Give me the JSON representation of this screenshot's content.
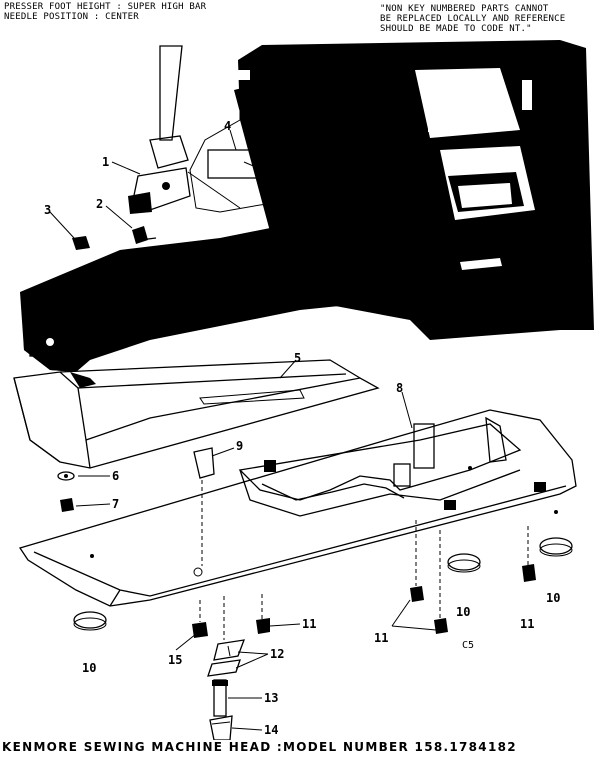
{
  "header": {
    "left_lines": [
      "PRESSER FOOT HEIGHT : SUPER HIGH BAR",
      "NEEDLE POSITION : CENTER"
    ],
    "right_lines": [
      "\"NON KEY NUMBERED PARTS CANNOT",
      "BE REPLACED LOCALLY AND REFERENCE",
      "SHOULD BE MADE TO CODE NT.\""
    ]
  },
  "callouts": {
    "c1": "1",
    "c2": "2",
    "c3": "3",
    "c4": "4",
    "c5": "5",
    "c6": "6",
    "c7": "7",
    "c8": "8",
    "c9": "9",
    "c10a": "10",
    "c10b": "10",
    "c10c": "10",
    "c11a": "11",
    "c11b": "11",
    "c11c": "11",
    "c12": "12",
    "c13": "13",
    "c14": "14",
    "c15": "15",
    "code": "C5"
  },
  "footer": {
    "title": "KENMORE SEWING MACHINE HEAD :MODEL NUMBER 158.1784182"
  }
}
